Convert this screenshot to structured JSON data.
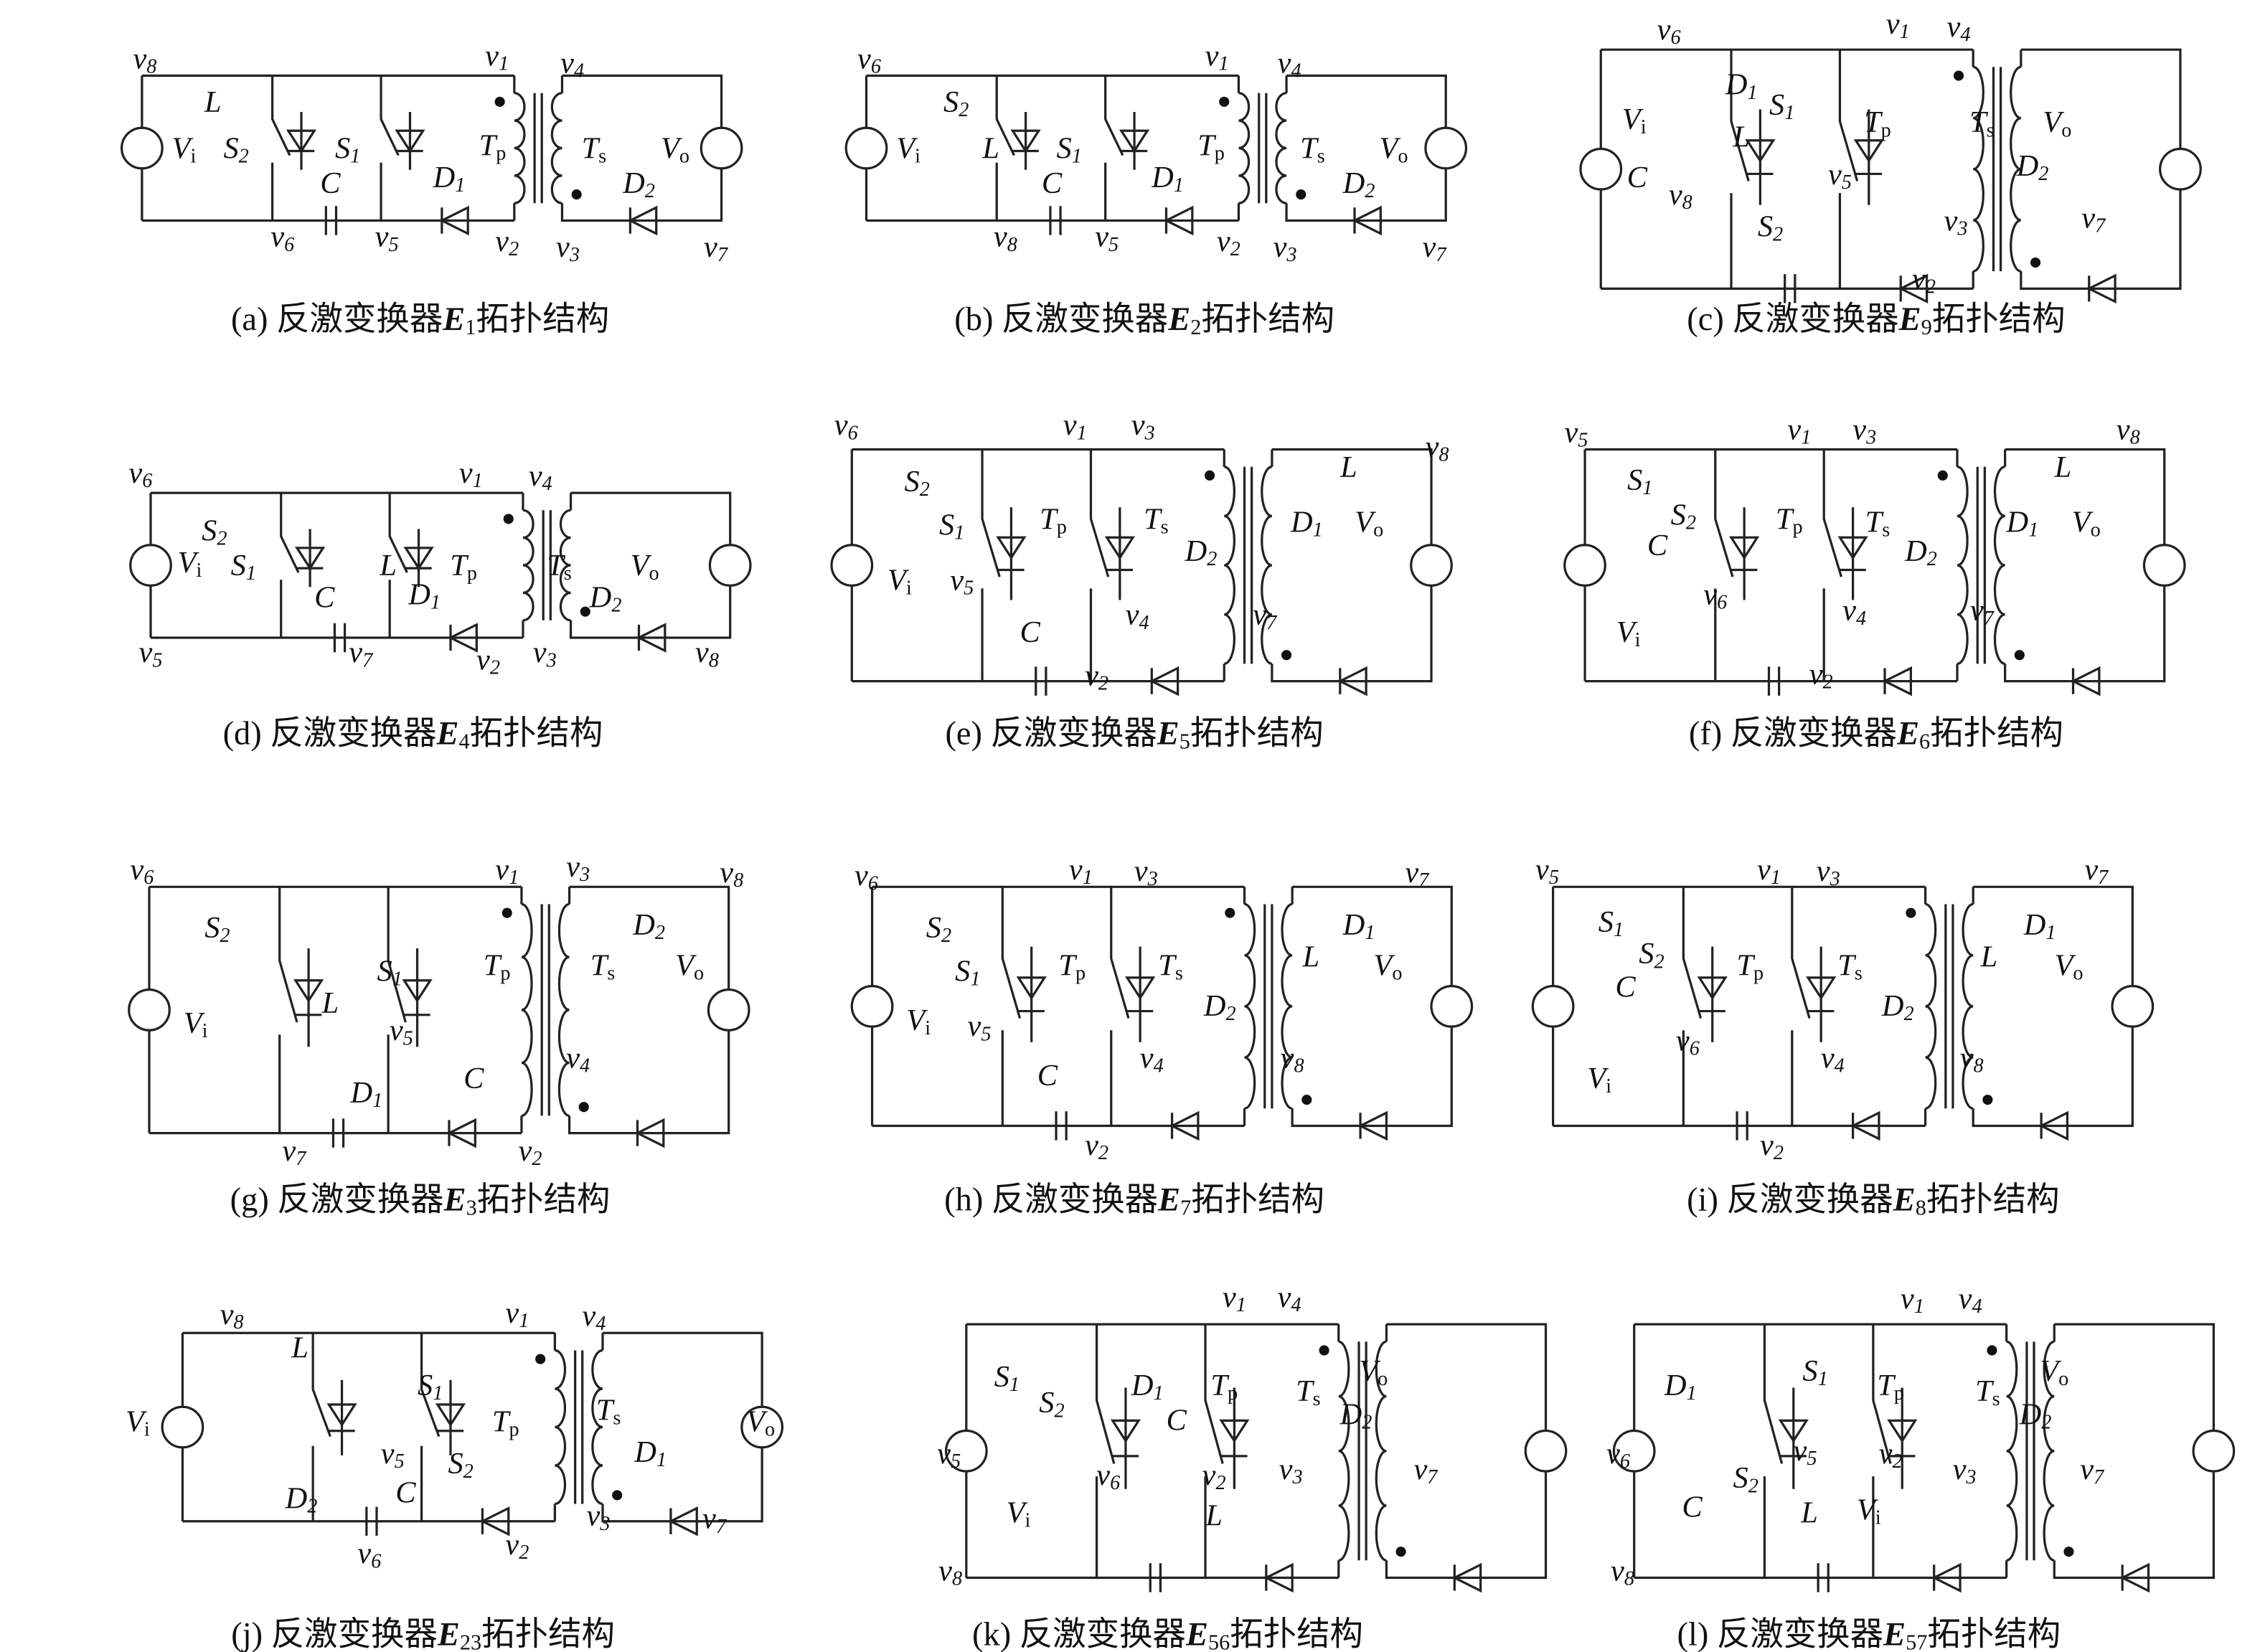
{
  "panels": [
    {
      "id": "a",
      "caption": {
        "prefix": "(a) 反激变换器",
        "letter": "E",
        "sub": "1",
        "suffix": "拓扑结构"
      },
      "labels": [
        "v8",
        "L",
        "Vi",
        "S2",
        "S1",
        "C",
        "v1",
        "v4",
        "Tp",
        "Ts",
        "Vo",
        "D1",
        "D2",
        "v6",
        "v5",
        "v2",
        "v3",
        "v7"
      ]
    },
    {
      "id": "b",
      "caption": {
        "prefix": "(b) 反激变换器",
        "letter": "E",
        "sub": "2",
        "suffix": "拓扑结构"
      },
      "labels": [
        "v6",
        "S2",
        "Vi",
        "L",
        "S1",
        "C",
        "v1",
        "v4",
        "Tp",
        "Ts",
        "Vo",
        "D1",
        "D2",
        "v8",
        "v5",
        "v2",
        "v3",
        "v7"
      ]
    },
    {
      "id": "c",
      "caption": {
        "prefix": "(c) 反激变换器",
        "letter": "E",
        "sub": "9",
        "suffix": "拓扑结构"
      },
      "labels": [
        "v6",
        "D1",
        "Vi",
        "S1",
        "L",
        "Tp",
        "v1",
        "v4",
        "Ts",
        "Vo",
        "C",
        "v8",
        "v5",
        "D2",
        "v3",
        "v7",
        "S2",
        "v2"
      ]
    },
    {
      "id": "d",
      "caption": {
        "prefix": "(d) 反激变换器",
        "letter": "E",
        "sub": "4",
        "suffix": "拓扑结构"
      },
      "labels": [
        "v6",
        "S2",
        "Vi",
        "S1",
        "C",
        "L",
        "v1",
        "v4",
        "Tp",
        "Ts",
        "Vo",
        "D1",
        "D2",
        "v5",
        "v7",
        "v2",
        "v3",
        "v8"
      ]
    },
    {
      "id": "e",
      "caption": {
        "prefix": "(e) 反激变换器",
        "letter": "E",
        "sub": "5",
        "suffix": "拓扑结构"
      },
      "labels": [
        "v6",
        "S2",
        "S1",
        "Tp",
        "v1",
        "v3",
        "Ts",
        "D1",
        "Vo",
        "L",
        "v8",
        "Vi",
        "v5",
        "D2",
        "v4",
        "v7",
        "C",
        "v2"
      ]
    },
    {
      "id": "f",
      "caption": {
        "prefix": "(f) 反激变换器",
        "letter": "E",
        "sub": "6",
        "suffix": "拓扑结构"
      },
      "labels": [
        "v5",
        "S1",
        "S2",
        "Tp",
        "v1",
        "v3",
        "Ts",
        "D1",
        "Vo",
        "L",
        "v8",
        "C",
        "v6",
        "D2",
        "v4",
        "v7",
        "Vi",
        "v2"
      ]
    },
    {
      "id": "g",
      "caption": {
        "prefix": "(g) 反激变换器",
        "letter": "E",
        "sub": "3",
        "suffix": "拓扑结构"
      },
      "labels": [
        "v6",
        "S2",
        "S1",
        "Tp",
        "v1",
        "v3",
        "D2",
        "v8",
        "Ts",
        "Vo",
        "L",
        "Vi",
        "v5",
        "v4",
        "C",
        "D1",
        "v7",
        "v2"
      ]
    },
    {
      "id": "h",
      "caption": {
        "prefix": "(h) 反激变换器",
        "letter": "E",
        "sub": "7",
        "suffix": "拓扑结构"
      },
      "labels": [
        "v6",
        "S2",
        "S1",
        "Tp",
        "v1",
        "v3",
        "D1",
        "v7",
        "Ts",
        "L",
        "Vo",
        "Vi",
        "v5",
        "D2",
        "v4",
        "v8",
        "C",
        "v2"
      ]
    },
    {
      "id": "i",
      "caption": {
        "prefix": "(i) 反激变换器",
        "letter": "E",
        "sub": "8",
        "suffix": "拓扑结构"
      },
      "labels": [
        "v5",
        "S1",
        "S2",
        "Tp",
        "v1",
        "v3",
        "D1",
        "v7",
        "Ts",
        "L",
        "Vo",
        "C",
        "v6",
        "D2",
        "v4",
        "v8",
        "Vi",
        "v2"
      ]
    },
    {
      "id": "j",
      "caption": {
        "prefix": "(j) 反激变换器",
        "letter": "E",
        "sub": "23",
        "suffix": "拓扑结构"
      },
      "labels": [
        "v8",
        "L",
        "S1",
        "v1",
        "v4",
        "Tp",
        "Ts",
        "Vi",
        "Vo",
        "D2",
        "v5",
        "C",
        "S2",
        "D1",
        "v6",
        "v2",
        "v3",
        "v7"
      ]
    },
    {
      "id": "k",
      "caption": {
        "prefix": "(k) 反激变换器",
        "letter": "E",
        "sub": "56",
        "suffix": "拓扑结构"
      },
      "labels": [
        "v1",
        "v4",
        "S1",
        "D1",
        "Tp",
        "Ts",
        "Vo",
        "S2",
        "C",
        "D2",
        "v5",
        "v6",
        "v2",
        "v3",
        "v7",
        "Vi",
        "L",
        "v8"
      ]
    },
    {
      "id": "l",
      "caption": {
        "prefix": "(l) 反激变换器",
        "letter": "E",
        "sub": "57",
        "suffix": "拓扑结构"
      },
      "labels": [
        "v1",
        "v4",
        "D1",
        "S1",
        "Tp",
        "Ts",
        "Vo",
        "D2",
        "v6",
        "S2",
        "v5",
        "v2",
        "v3",
        "v7",
        "C",
        "L",
        "Vi",
        "v8"
      ]
    }
  ]
}
